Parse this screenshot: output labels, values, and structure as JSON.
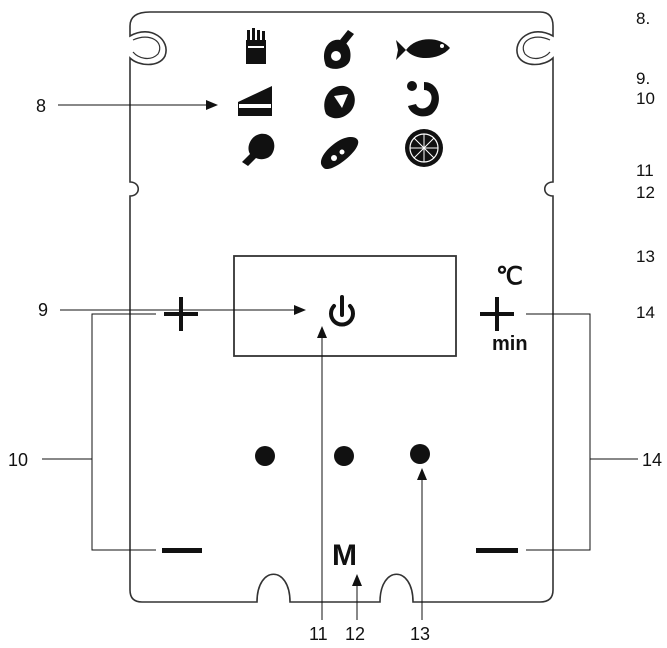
{
  "callouts": {
    "c8": "8",
    "c9": "9",
    "c10": "10",
    "c11": "11",
    "c12": "12",
    "c13": "13",
    "c14": "14"
  },
  "units": {
    "temperature": "℃",
    "time": "min"
  },
  "buttons": {
    "menu": "M"
  },
  "right_column_numbers": [
    "8.",
    "9.",
    "10",
    "11",
    "12",
    "13",
    "14"
  ],
  "icons": [
    "fries-icon",
    "meat-leg-icon",
    "fish-icon",
    "cake-icon",
    "steak-icon",
    "shrimp-icon",
    "chicken-drumstick-icon",
    "sausage-icon",
    "pizza-icon"
  ]
}
